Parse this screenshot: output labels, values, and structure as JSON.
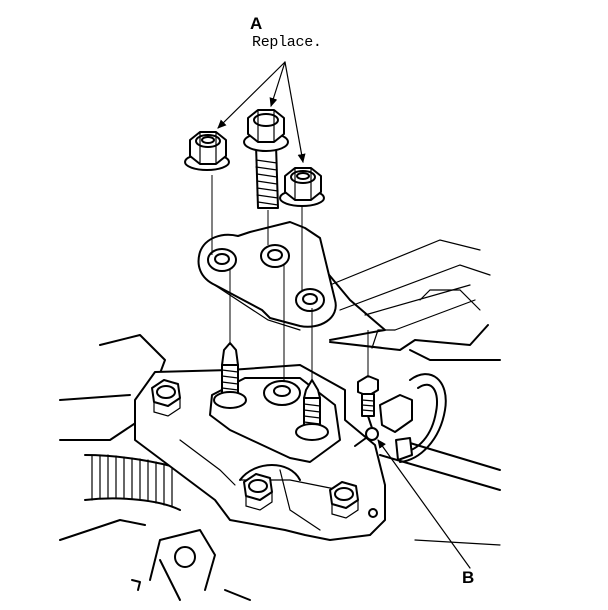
{
  "callouts": {
    "a": {
      "letter": "A",
      "text": "Replace."
    },
    "b": {
      "letter": "B"
    }
  }
}
